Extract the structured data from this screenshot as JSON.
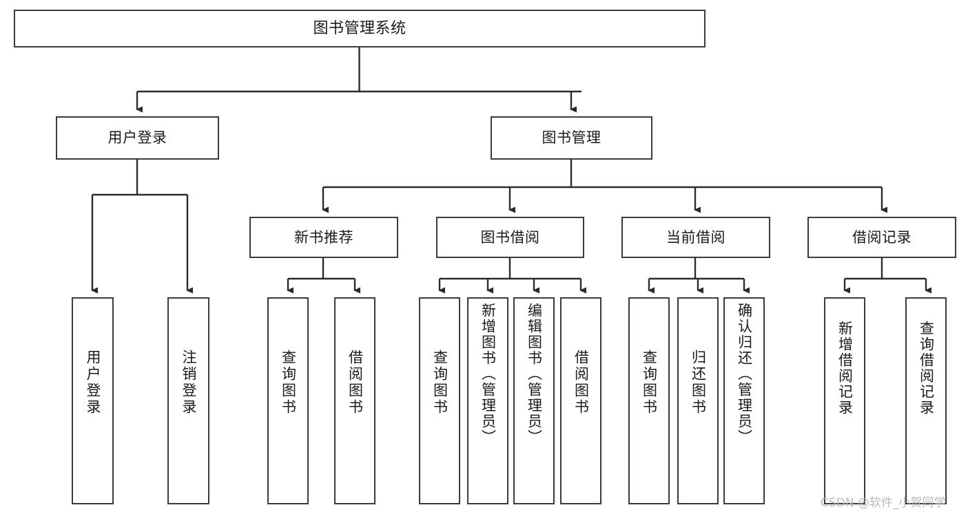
{
  "diagram": {
    "type": "tree-hierarchy",
    "title": "图书管理系统",
    "orientation": "top-down",
    "colors": {
      "box_border": "#3a3a3a",
      "box_fill": "#ffffff",
      "connector": "#2b2b2b",
      "text": "#1a1a1a",
      "watermark": "#b9b9b9",
      "background": "#ffffff"
    },
    "nodes": {
      "root": {
        "label": "图书管理系统"
      },
      "level2": [
        {
          "label": "用户登录"
        },
        {
          "label": "图书管理"
        }
      ],
      "level3": [
        {
          "label": "新书推荐"
        },
        {
          "label": "图书借阅"
        },
        {
          "label": "当前借阅"
        },
        {
          "label": "借阅记录"
        }
      ],
      "leaves": {
        "user_login": [
          {
            "label": "用户登录"
          },
          {
            "label": "注销登录"
          }
        ],
        "new_book_recommend": [
          {
            "label": "查询图书"
          },
          {
            "label": "借阅图书"
          }
        ],
        "book_borrow": [
          {
            "label": "查询图书"
          },
          {
            "label": "新增图书（管理员）"
          },
          {
            "label": "编辑图书（管理员）"
          },
          {
            "label": "借阅图书"
          }
        ],
        "current_borrow": [
          {
            "label": "查询图书"
          },
          {
            "label": "归还图书"
          },
          {
            "label": "确认归还（管理员）"
          }
        ],
        "borrow_record": [
          {
            "label": "新增借阅记录"
          },
          {
            "label": "查询借阅记录"
          }
        ]
      }
    },
    "watermark": {
      "text": "CSDN @软件_小贺同学"
    }
  }
}
